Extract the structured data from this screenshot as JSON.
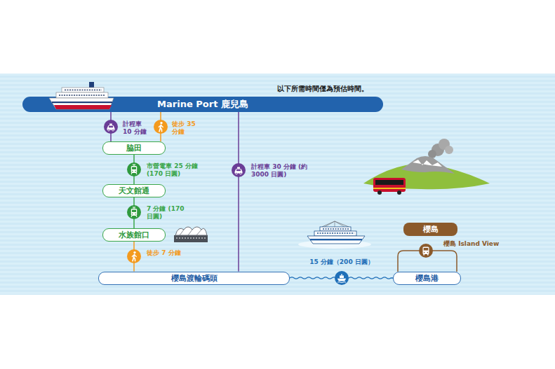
{
  "diagram": {
    "nodes": [
      {
        "text": [
          "Marine Port 鹿兒島"
        ]
      },
      {
        "text": [
          "脇田"
        ]
      },
      {
        "text": [
          "天文館通"
        ]
      },
      {
        "text": [
          "水族館口"
        ]
      },
      {
        "text": [
          "櫻島渡輪碼頭"
        ]
      },
      {
        "text": [
          "櫻島港"
        ]
      },
      {
        "text": [
          "櫻島"
        ]
      }
    ],
    "edges": [
      {
        "from": 0,
        "to": 1,
        "arrow": "none",
        "label": "計程車 10 分鐘"
      },
      {
        "from": 0,
        "to": 1,
        "arrow": "none",
        "label": "徒步 35 分鐘"
      },
      {
        "from": 1,
        "to": 2,
        "arrow": "none",
        "label": "市營電車 25 分鐘 (170 日圓)"
      },
      {
        "from": 2,
        "to": 3,
        "arrow": "none",
        "label": "7 分鐘 (170 日圓)"
      },
      {
        "from": 3,
        "to": 4,
        "arrow": "none",
        "label": "徒步 7 分鐘"
      },
      {
        "from": 0,
        "to": 4,
        "arrow": "none",
        "label": "計程車 30 分鐘 (約 3000 日圓)"
      },
      {
        "from": 4,
        "to": 5,
        "arrow": "none",
        "label": "15 分鐘（200 日圓）"
      }
    ],
    "labels": [
      "以下所需時間僅為預估時間。",
      "櫻島 Island View"
    ]
  }
}
